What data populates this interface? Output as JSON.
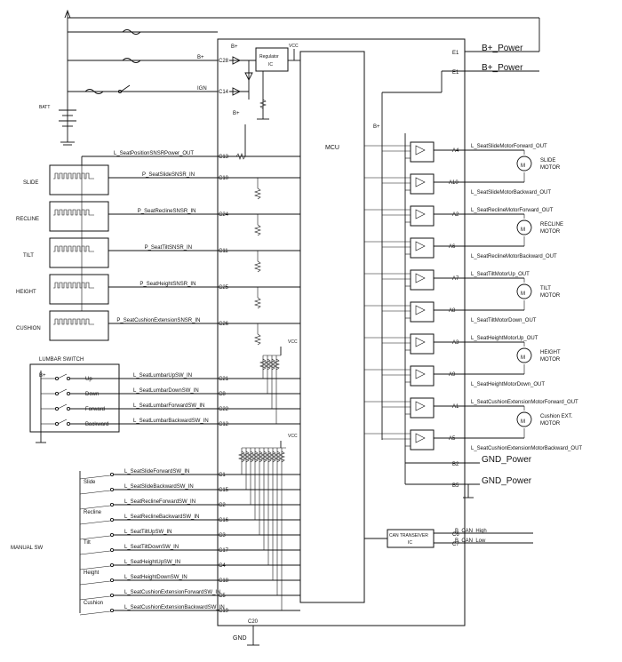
{
  "ecu": {
    "batt": "BATT",
    "b_plus": "B+",
    "vcc": "VCC",
    "ign": "IGN",
    "regulator_line1": "Regulator",
    "regulator_line2": "IC",
    "mcu": "MCU",
    "gnd": "GND",
    "can_line1": "CAN TRANSEIVER",
    "can_line2": "IC",
    "manual_sw": "MANUAL SW",
    "lumbar_title": "LUMBAR SWITCH"
  },
  "power_pins": [
    {
      "pin": "C28",
      "label": "B+"
    },
    {
      "pin": "C14",
      "label": "IGN"
    },
    {
      "pin": "C20",
      "label": ""
    }
  ],
  "right_power": [
    {
      "pin": "E1",
      "label": "B+_Power"
    },
    {
      "pin": "E1",
      "label": "B+_Power"
    },
    {
      "pin": "B2",
      "label": "GND_Power"
    },
    {
      "pin": "B5",
      "label": "GND_Power"
    },
    {
      "pin": "C6",
      "label": "B_CAN_High"
    },
    {
      "pin": "C7",
      "label": "B_CAN_Low"
    }
  ],
  "sensor_power": {
    "pin": "C13",
    "label": "L_SeatPositionSNSRPower_OUT"
  },
  "sensors": [
    {
      "name": "SLIDE",
      "pin": "C10",
      "signal": "P_SeatSlideSNSR_IN"
    },
    {
      "name": "RECLINE",
      "pin": "C24",
      "signal": "P_SeatReclineSNSR_IN"
    },
    {
      "name": "TILT",
      "pin": "C11",
      "signal": "P_SeatTiltSNSR_IN"
    },
    {
      "name": "HEIGHT",
      "pin": "C25",
      "signal": "P_SeatHeightSNSR_IN"
    },
    {
      "name": "CUSHION",
      "pin": "C26",
      "signal": "P_SeatCushionExtensionSNSR_IN"
    }
  ],
  "lumbar": [
    {
      "name": "Up",
      "pin": "C21",
      "signal": "L_SeatLumbarUpSW_IN"
    },
    {
      "name": "Down",
      "pin": "C8",
      "signal": "L_SeatLumbarDownSW_IN"
    },
    {
      "name": "Forward",
      "pin": "C22",
      "signal": "L_SeatLumbarForwardSW_IN"
    },
    {
      "name": "Backward",
      "pin": "C12",
      "signal": "L_SeatLumbarBackwardSW_IN"
    }
  ],
  "manual": [
    {
      "name": "Slide",
      "pins": [
        "C1",
        "C15"
      ],
      "signals": [
        "L_SeatSlideForwardSW_IN",
        "L_SeatSlideBackwardSW_IN"
      ]
    },
    {
      "name": "Recline",
      "pins": [
        "C2",
        "C16"
      ],
      "signals": [
        "L_SeatReclineForwardSW_IN",
        "L_SeatReclineBackwardSW_IN"
      ]
    },
    {
      "name": "Tilt",
      "pins": [
        "C3",
        "C17"
      ],
      "signals": [
        "L_SeatTiltUpSW_IN",
        "L_SeatTiltDownSW_IN"
      ]
    },
    {
      "name": "Height",
      "pins": [
        "C4",
        "C18"
      ],
      "signals": [
        "L_SeatHeightUpSW_IN",
        "L_SeatHeightDownSW_IN"
      ]
    },
    {
      "name": "Cushion",
      "pins": [
        "C5",
        "C19"
      ],
      "signals": [
        "L_SeatCushionExtensionForwardSW_IN",
        "L_SeatCushionExtensionBackwardSW_IN"
      ]
    }
  ],
  "motors": [
    {
      "name1": "SLIDE",
      "name2": "MOTOR",
      "pins": [
        "A4",
        "A10"
      ],
      "signals": [
        "L_SeatSlideMotorForward_OUT",
        "L_SeatSlideMotorBackward_OUT"
      ]
    },
    {
      "name1": "RECLINE",
      "name2": "MOTOR",
      "pins": [
        "A2",
        "A6"
      ],
      "signals": [
        "L_SeatReclineMotorForward_OUT",
        "L_SeatReclineMotorBackward_OUT"
      ]
    },
    {
      "name1": "TILT",
      "name2": "MOTOR",
      "pins": [
        "A7",
        "A8"
      ],
      "signals": [
        "L_SeatTiltMotorUp_OUT",
        "L_SeatTiltMotorDown_OUT"
      ]
    },
    {
      "name1": "HEIGHT",
      "name2": "MOTOR",
      "pins": [
        "A3",
        "A9"
      ],
      "signals": [
        "L_SeatHeightMotorUp_OUT",
        "L_SeatHeightMotorDown_OUT"
      ]
    },
    {
      "name1": "Cushion EXT.",
      "name2": "MOTOR",
      "pins": [
        "A1",
        "A5"
      ],
      "signals": [
        "L_SeatCushionExtensionMotorForward_OUT",
        "L_SeatCushionExtensionMotorBackward_OUT"
      ]
    }
  ]
}
